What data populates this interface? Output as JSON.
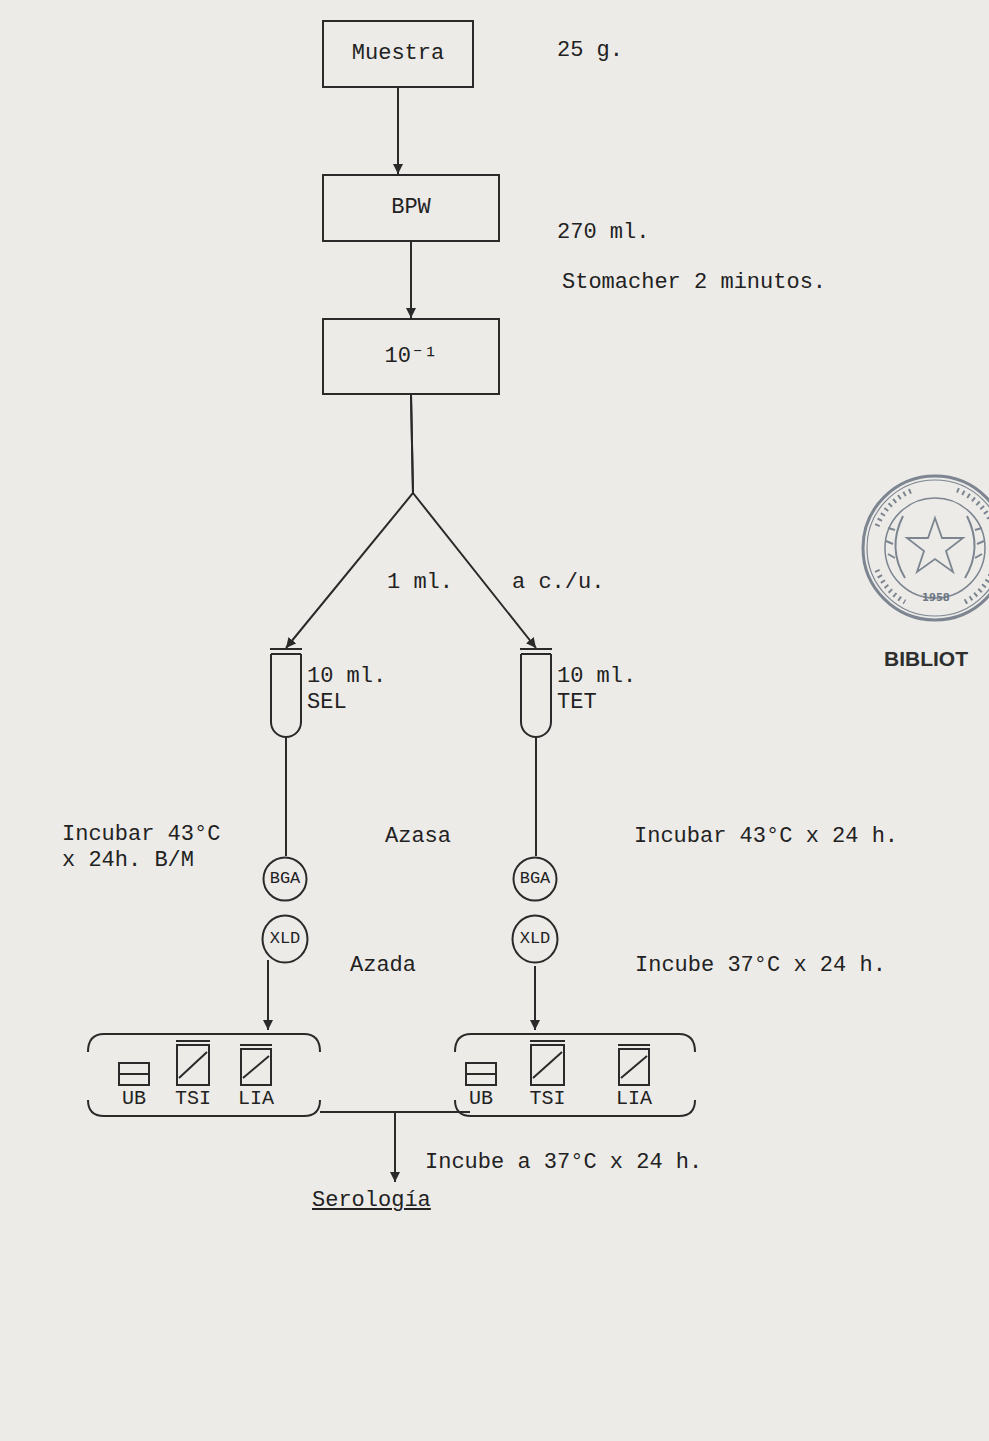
{
  "diagram": {
    "nodes": [
      {
        "text": [
          "Muestra"
        ]
      },
      {
        "text": [
          "BPW"
        ]
      },
      {
        "text": [
          "10⁻¹"
        ]
      },
      {
        "text": [
          "10 ml. SEL"
        ]
      },
      {
        "text": [
          "10 ml. TET"
        ]
      },
      {
        "text": [
          "BGA"
        ]
      },
      {
        "text": [
          "XLD"
        ]
      },
      {
        "text": [
          "BGA"
        ]
      },
      {
        "text": [
          "XLD"
        ]
      },
      {
        "text": [
          "UB"
        ]
      },
      {
        "text": [
          "TSI"
        ]
      },
      {
        "text": [
          "LIA"
        ]
      },
      {
        "text": [
          "UB"
        ]
      },
      {
        "text": [
          "TSI"
        ]
      },
      {
        "text": [
          "LIA"
        ]
      }
    ],
    "edges": [
      {
        "from": 0,
        "to": 1,
        "arrow": "to"
      },
      {
        "from": 1,
        "to": 2,
        "arrow": "to"
      },
      {
        "from": 2,
        "to": 3,
        "arrow": "to",
        "label": "1 ml."
      },
      {
        "from": 2,
        "to": 4,
        "arrow": "to",
        "label": "a c./u."
      },
      {
        "from": 3,
        "to": 5,
        "arrow": "none"
      },
      {
        "from": 4,
        "to": 7,
        "arrow": "none"
      }
    ],
    "labels": [
      "25 g.",
      "270 ml.",
      "Stomacher 2 minutos.",
      "Incubar 43°C x 24h. B/M",
      "Azasa",
      "Incubar 43°C x 24 h.",
      "Azada",
      "Incube 37°C x 24 h.",
      "Incube a 37°C x 24 h.",
      "Serología",
      "1958",
      "BIBLIOT"
    ]
  }
}
